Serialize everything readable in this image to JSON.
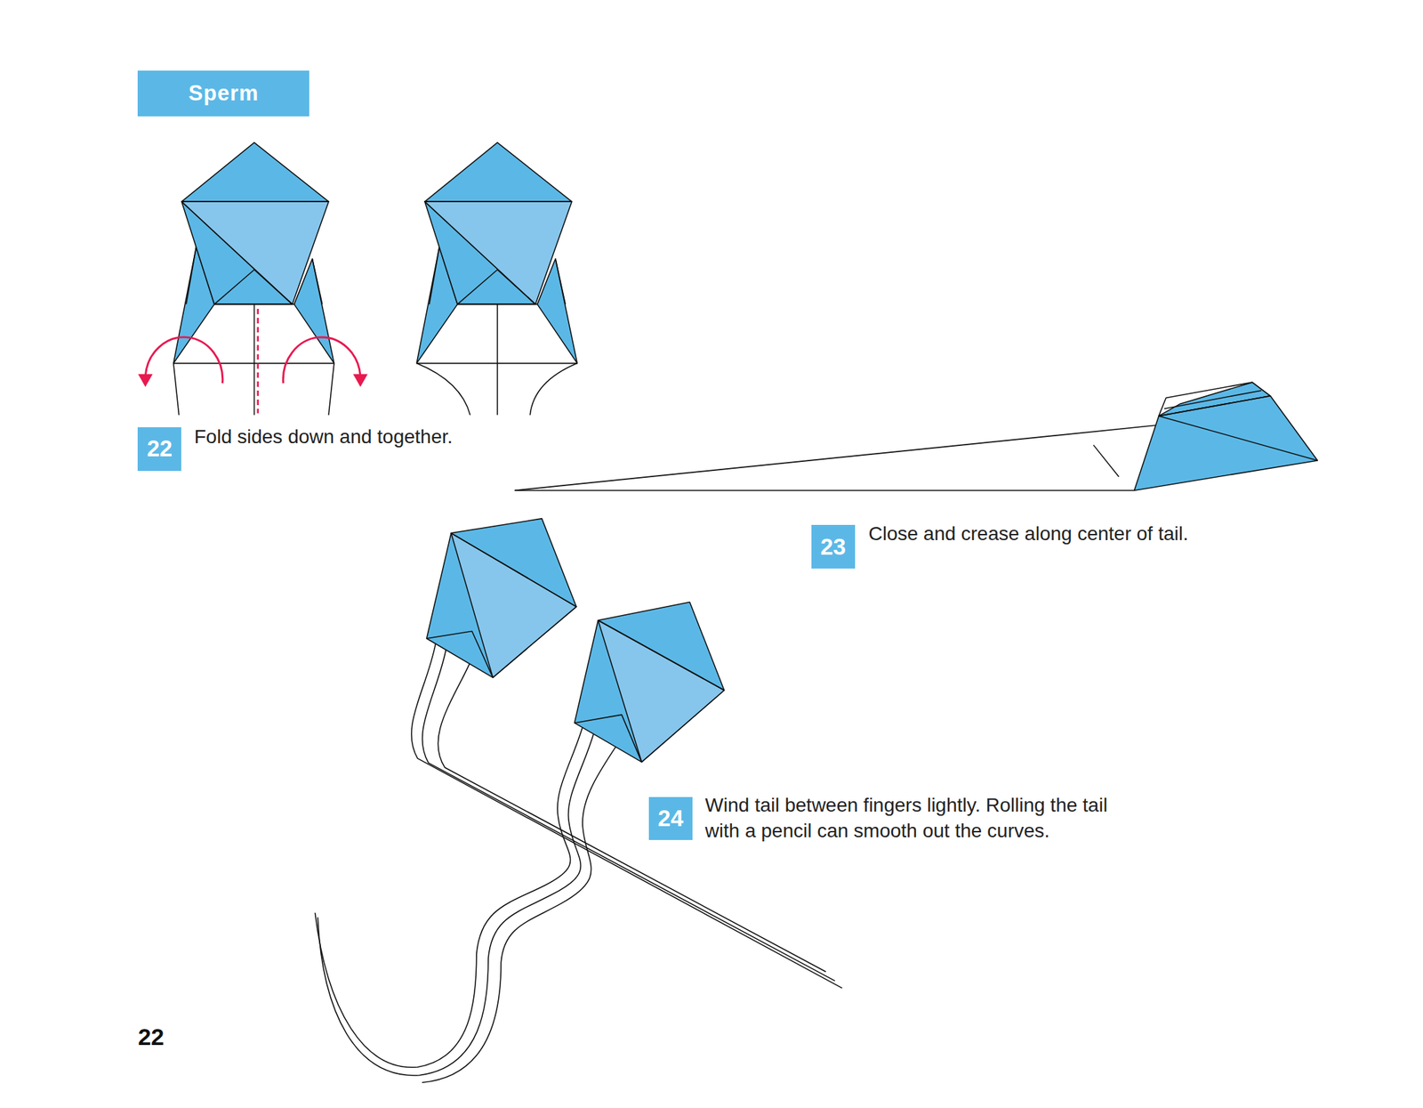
{
  "diagram": {
    "title": "Sperm",
    "nodes": [
      {
        "text": [
          "22"
        ]
      },
      {
        "text": [
          "23"
        ]
      },
      {
        "text": [
          "24"
        ]
      }
    ],
    "labels": [
      "Fold sides down and together.",
      "Close and crease along center of tail.",
      "Wind tail between fingers lightly. Rolling the tail with a pencil can smooth out the curves.",
      "22"
    ]
  }
}
